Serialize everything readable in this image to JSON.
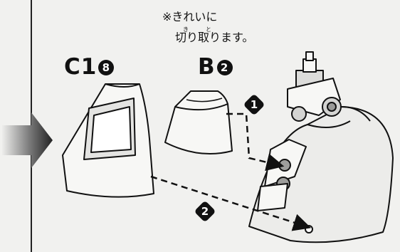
{
  "note": {
    "mark": "※",
    "line1": "きれいに",
    "line2": "切り取ります。",
    "ruby_ki": "き",
    "ruby_to": "と"
  },
  "parts": [
    {
      "code": "C1",
      "number": "8"
    },
    {
      "code": "B",
      "number": "2"
    }
  ],
  "steps": [
    "1",
    "2"
  ]
}
